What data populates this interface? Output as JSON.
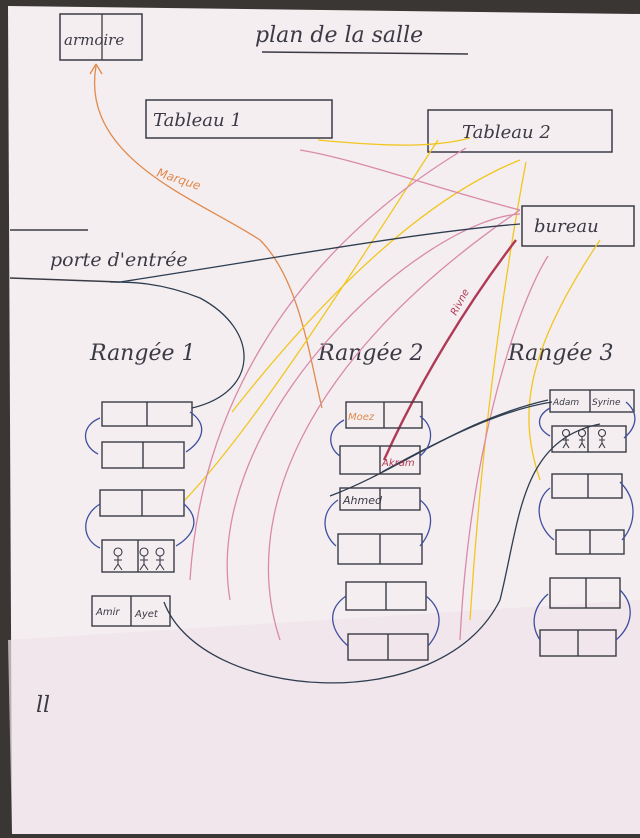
{
  "title": "plan de la salle",
  "armoire": "armoire",
  "tableau1": "Tableau 1",
  "tableau2": "Tableau 2",
  "bureau": "bureau",
  "porte": "porte d'entrée",
  "rangee1": "Rangée 1",
  "rangee2": "Rangée 2",
  "rangee3": "Rangée 3",
  "name_marque": "Marque",
  "name_rivne": "Rivne",
  "name_moez": "Moez",
  "name_akram": "Akram",
  "name_ahmed": "Ahmed",
  "name_adam": "Adam",
  "name_syrine": "Syrine",
  "name_amir": "Amir",
  "name_ayet": "Ayet",
  "corner_mark": "ll",
  "colors": {
    "paper": "#f4eef1",
    "pencil": "#3b3a44",
    "orange": "#e08a4c",
    "yellow": "#f2c61f",
    "pink": "#d98aa8",
    "maroon": "#b03a55",
    "blue": "#3f4f9e",
    "dark": "#2e3d50"
  }
}
